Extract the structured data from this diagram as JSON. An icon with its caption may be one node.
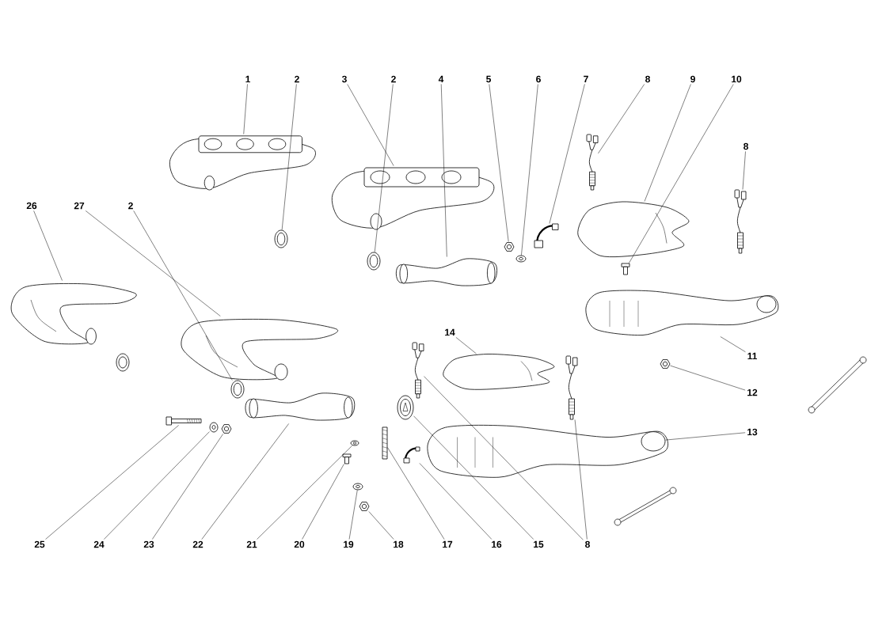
{
  "diagram": {
    "nodes": [
      {
        "text": [
          "1"
        ]
      },
      {
        "text": [
          "2"
        ]
      },
      {
        "text": [
          "3"
        ]
      },
      {
        "text": [
          "2"
        ]
      },
      {
        "text": [
          "4"
        ]
      },
      {
        "text": [
          "5"
        ]
      },
      {
        "text": [
          "6"
        ]
      },
      {
        "text": [
          "7"
        ]
      },
      {
        "text": [
          "8"
        ]
      },
      {
        "text": [
          "9"
        ]
      },
      {
        "text": [
          "10"
        ]
      },
      {
        "text": [
          "8"
        ]
      },
      {
        "text": [
          "26"
        ]
      },
      {
        "text": [
          "27"
        ]
      },
      {
        "text": [
          "2"
        ]
      },
      {
        "text": [
          "14"
        ]
      },
      {
        "text": [
          "11"
        ]
      },
      {
        "text": [
          "12"
        ]
      },
      {
        "text": [
          "13"
        ]
      },
      {
        "text": [
          "25"
        ]
      },
      {
        "text": [
          "24"
        ]
      },
      {
        "text": [
          "23"
        ]
      },
      {
        "text": [
          "22"
        ]
      },
      {
        "text": [
          "21"
        ]
      },
      {
        "text": [
          "20"
        ]
      },
      {
        "text": [
          "19"
        ]
      },
      {
        "text": [
          "18"
        ]
      },
      {
        "text": [
          "17"
        ]
      },
      {
        "text": [
          "16"
        ]
      },
      {
        "text": [
          "15"
        ]
      },
      {
        "text": [
          "8"
        ]
      },
      {
        "text": [],
        "shape": "picture"
      },
      {
        "text": [],
        "shape": "picture"
      },
      {
        "text": [],
        "shape": "picture"
      },
      {
        "text": [],
        "shape": "picture"
      },
      {
        "text": [],
        "shape": "picture"
      },
      {
        "text": [],
        "shape": "picture"
      },
      {
        "text": [],
        "shape": "picture"
      },
      {
        "text": [],
        "shape": "picture"
      },
      {
        "text": [],
        "shape": "picture"
      },
      {
        "text": [],
        "shape": "picture"
      },
      {
        "text": [],
        "shape": "picture"
      },
      {
        "text": [],
        "shape": "picture"
      },
      {
        "text": [],
        "shape": "picture"
      },
      {
        "text": [],
        "shape": "picture"
      },
      {
        "text": [],
        "shape": "picture"
      },
      {
        "text": [],
        "shape": "picture"
      },
      {
        "text": [],
        "shape": "picture"
      },
      {
        "text": [],
        "shape": "picture"
      },
      {
        "text": [],
        "shape": "picture"
      },
      {
        "text": [],
        "shape": "picture"
      },
      {
        "text": [],
        "shape": "picture"
      },
      {
        "text": [],
        "shape": "picture"
      },
      {
        "text": [],
        "shape": "picture"
      },
      {
        "text": [],
        "shape": "picture"
      },
      {
        "text": [],
        "shape": "picture"
      },
      {
        "text": [],
        "shape": "picture"
      },
      {
        "text": [],
        "shape": "picture"
      },
      {
        "text": [],
        "shape": "picture"
      },
      {
        "text": [],
        "shape": "picture"
      },
      {
        "text": [],
        "shape": "picture"
      },
      {
        "text": [],
        "shape": "picture"
      },
      {
        "text": [],
        "shape": "picture"
      }
    ],
    "edges": [
      {
        "from": 0,
        "to": 31,
        "arrow": "none"
      },
      {
        "from": 1,
        "to": 32,
        "arrow": "none"
      },
      {
        "from": 2,
        "to": 33,
        "arrow": "none"
      },
      {
        "from": 3,
        "to": 34,
        "arrow": "none"
      },
      {
        "from": 4,
        "to": 35,
        "arrow": "none"
      },
      {
        "from": 5,
        "to": 36,
        "arrow": "none"
      },
      {
        "from": 6,
        "to": 37,
        "arrow": "none"
      },
      {
        "from": 7,
        "to": 38,
        "arrow": "none"
      },
      {
        "from": 8,
        "to": 39,
        "arrow": "none"
      },
      {
        "from": 9,
        "to": 40,
        "arrow": "none"
      },
      {
        "from": 10,
        "to": 41,
        "arrow": "none"
      },
      {
        "from": 11,
        "to": 42,
        "arrow": "none"
      },
      {
        "from": 12,
        "to": 43,
        "arrow": "none"
      },
      {
        "from": 13,
        "to": 44,
        "arrow": "none"
      },
      {
        "from": 14,
        "to": 45,
        "arrow": "none"
      },
      {
        "from": 15,
        "to": 46,
        "arrow": "none"
      },
      {
        "from": 16,
        "to": 47,
        "arrow": "none"
      },
      {
        "from": 17,
        "to": 48,
        "arrow": "none"
      },
      {
        "from": 18,
        "to": 49,
        "arrow": "none"
      },
      {
        "from": 19,
        "to": 50,
        "arrow": "none"
      },
      {
        "from": 20,
        "to": 51,
        "arrow": "none"
      },
      {
        "from": 21,
        "to": 52,
        "arrow": "none"
      },
      {
        "from": 22,
        "to": 53,
        "arrow": "none"
      },
      {
        "from": 23,
        "to": 54,
        "arrow": "none"
      },
      {
        "from": 24,
        "to": 55,
        "arrow": "none"
      },
      {
        "from": 25,
        "to": 56,
        "arrow": "none"
      },
      {
        "from": 26,
        "to": 57,
        "arrow": "none"
      },
      {
        "from": 27,
        "to": 58,
        "arrow": "none"
      },
      {
        "from": 28,
        "to": 59,
        "arrow": "none"
      },
      {
        "from": 29,
        "to": 60,
        "arrow": "none"
      },
      {
        "from": 30,
        "to": 61,
        "arrow": "none"
      },
      {
        "from": 30,
        "to": 62,
        "arrow": "none"
      }
    ]
  }
}
